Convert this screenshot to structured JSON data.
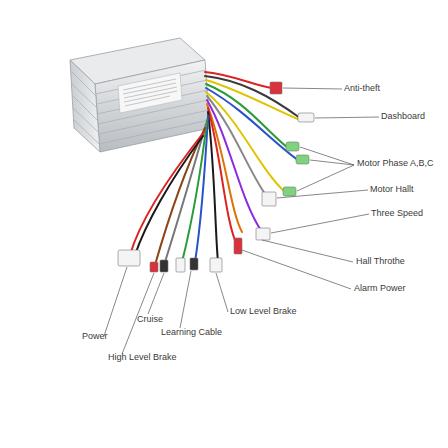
{
  "diagram": {
    "labels": [
      "Anti-theft",
      "Dashboard",
      "Motor Phase A,B,C",
      "Motor Hallt",
      "Three Speed",
      "Hall Throthe",
      "Alarm Power",
      "Low Level Brake",
      "Cruise",
      "Learning Cable",
      "Power",
      "High Level Brake"
    ]
  }
}
